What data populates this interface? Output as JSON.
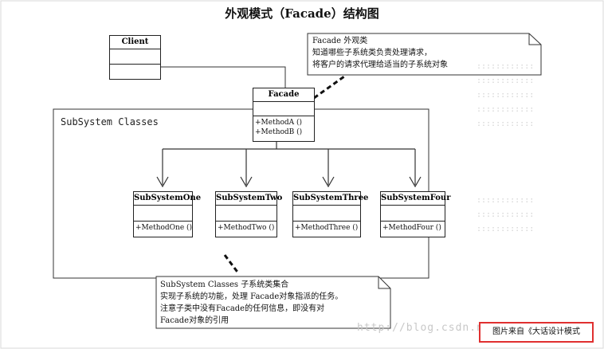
{
  "title": "外观模式（Facade）结构图",
  "client": {
    "name": "Client"
  },
  "facade": {
    "name": "Facade",
    "methods": [
      "+MethodA ()",
      "+MethodB ()"
    ]
  },
  "subsystem_group": {
    "label": "SubSystem Classes"
  },
  "subsystems": [
    {
      "name": "SubSystemOne",
      "method": "+MethodOne ()"
    },
    {
      "name": "SubSystemTwo",
      "method": "+MethodTwo ()"
    },
    {
      "name": "SubSystemThree",
      "method": "+MethodThree ()"
    },
    {
      "name": "SubSystemFour",
      "method": "+MethodFour ()"
    }
  ],
  "facade_note": {
    "line1": "Facade  外观类",
    "line2": "知道哪些子系统类负责处理请求，",
    "line3": "将客户的请求代理给适当的子系统对象"
  },
  "subsystem_note": {
    "line1": "SubSystem Classes   子系统类集合",
    "line2": "实现子系统的功能，处理 Facade对象指派的任务。",
    "line3": "注意子类中没有Facade的任何信息，即没有对",
    "line4": "Facade对象的引用"
  },
  "watermark": "http://blog.csdn.net/s",
  "caption": "图片来自《大话设计模式"
}
